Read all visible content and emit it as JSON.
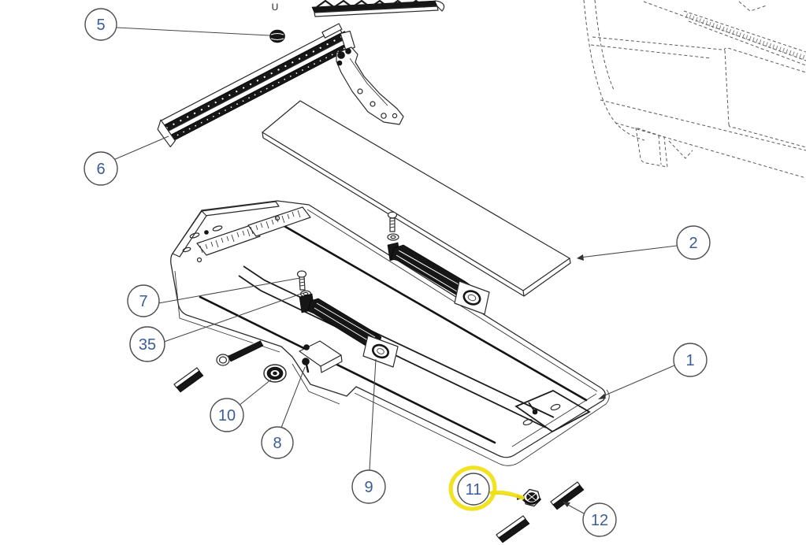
{
  "figure": {
    "kind": "exploded-parts-diagram",
    "background_color": "#ffffff",
    "line_color": "#2b2b2b",
    "callout_text_color": "#3a5c99",
    "highlight_color": "#f0e013",
    "stray_label": "U"
  },
  "callouts": [
    {
      "id": "callout-5",
      "label": "5",
      "leader_arrowhead": false,
      "highlighted": false
    },
    {
      "id": "callout-6",
      "label": "6",
      "leader_arrowhead": false,
      "highlighted": false
    },
    {
      "id": "callout-2",
      "label": "2",
      "leader_arrowhead": true,
      "highlighted": false
    },
    {
      "id": "callout-7",
      "label": "7",
      "leader_arrowhead": false,
      "highlighted": false
    },
    {
      "id": "callout-35",
      "label": "35",
      "leader_arrowhead": false,
      "highlighted": false
    },
    {
      "id": "callout-10",
      "label": "10",
      "leader_arrowhead": false,
      "highlighted": false
    },
    {
      "id": "callout-8",
      "label": "8",
      "leader_arrowhead": false,
      "highlighted": false
    },
    {
      "id": "callout-9",
      "label": "9",
      "leader_arrowhead": false,
      "highlighted": false
    },
    {
      "id": "callout-1",
      "label": "1",
      "leader_arrowhead": true,
      "highlighted": false
    },
    {
      "id": "callout-11",
      "label": "11",
      "leader_arrowhead": true,
      "highlighted": true
    },
    {
      "id": "callout-12",
      "label": "12",
      "leader_arrowhead": true,
      "highlighted": false
    }
  ]
}
